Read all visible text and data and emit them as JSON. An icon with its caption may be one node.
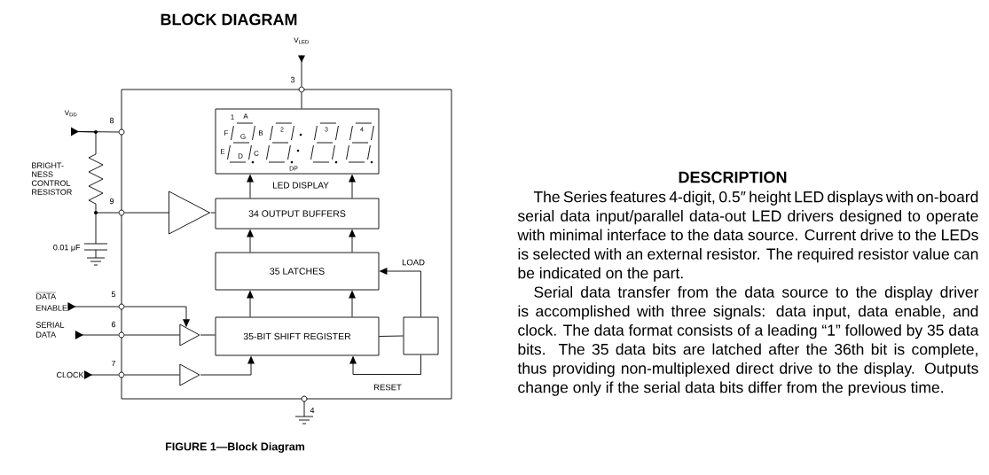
{
  "diagram": {
    "title": "BLOCK DIAGRAM",
    "caption": "FIGURE 1—Block Diagram",
    "nodes": [
      {
        "text": [],
        "shape": "box"
      },
      {
        "text": [
          "1",
          "A",
          "F",
          "G",
          "B",
          "2",
          "3",
          "4",
          "E",
          "D",
          "C",
          "DP",
          "LED DISPLAY"
        ],
        "in": 0
      },
      {
        "text": [
          "34 OUTPUT BUFFERS"
        ],
        "in": 0
      },
      {
        "text": [
          "35 LATCHES"
        ],
        "in": 0
      },
      {
        "text": [
          "35-BIT SHIFT REGISTER"
        ],
        "in": 0
      },
      {
        "text": [],
        "shape": "box",
        "in": 0
      },
      {
        "text": [],
        "shape": "triangle",
        "in": 0
      },
      {
        "text": [],
        "shape": "triangle",
        "in": 0
      },
      {
        "text": [],
        "shape": "triangle",
        "in": 0
      },
      {
        "text": [
          "V$_{LED}$"
        ]
      },
      {
        "text": [],
        "shape": "circle",
        "beside": [
          "3"
        ]
      },
      {
        "text": [
          "V$_{DD}$"
        ]
      },
      {
        "text": [],
        "shape": "circle",
        "beside": [
          "8"
        ]
      },
      {
        "text": [],
        "shape": "circle",
        "beside": [
          "9"
        ]
      },
      {
        "text": [
          "DATA",
          "ENABLE"
        ]
      },
      {
        "text": [],
        "shape": "circle",
        "beside": [
          "5"
        ]
      },
      {
        "text": [
          "SERIAL DATA"
        ]
      },
      {
        "text": [],
        "shape": "circle",
        "beside": [
          "6"
        ]
      },
      {
        "text": [
          "CLOCK"
        ]
      },
      {
        "text": [],
        "shape": "circle",
        "beside": [
          "7"
        ]
      },
      {
        "text": [],
        "shape": "circle",
        "beside": [
          "4"
        ]
      }
    ],
    "edges": [
      {
        "from": 6,
        "to": 2,
        "arrow": "none"
      },
      {
        "from": 2,
        "to": 1,
        "arrow": "to"
      },
      {
        "from": 2,
        "to": 1,
        "arrow": "to"
      },
      {
        "from": 3,
        "to": 2,
        "arrow": "to"
      },
      {
        "from": 3,
        "to": 2,
        "arrow": "to"
      },
      {
        "from": 4,
        "to": 3,
        "arrow": "to"
      },
      {
        "from": 4,
        "to": 3,
        "arrow": "to"
      },
      {
        "from": 7,
        "to": 4,
        "arrow": "none"
      },
      {
        "from": 8,
        "to": 4,
        "arrow": "to"
      },
      {
        "from": 4,
        "to": 5,
        "arrow": "none"
      },
      {
        "from": 5,
        "to": 3,
        "arrow": "to",
        "label": "LOAD"
      },
      {
        "from": 5,
        "to": 4,
        "arrow": "to",
        "label": "RESET"
      },
      {
        "from": 15,
        "to": 7,
        "arrow": "to"
      },
      {
        "from": 13,
        "to": 6,
        "arrow": "none"
      },
      {
        "from": 17,
        "to": 7,
        "arrow": "none"
      },
      {
        "from": 19,
        "to": 8,
        "arrow": "none"
      },
      {
        "from": 10,
        "to": 1,
        "arrow": "none"
      },
      {
        "from": 9,
        "to": 10,
        "arrow": "to"
      },
      {
        "from": 11,
        "to": 12,
        "arrow": "to"
      },
      {
        "from": 14,
        "to": 15,
        "arrow": "to"
      },
      {
        "from": 16,
        "to": 17,
        "arrow": "to"
      },
      {
        "from": 18,
        "to": 19,
        "arrow": "to"
      },
      {
        "from": 11,
        "to": 13,
        "arrow": "none"
      }
    ],
    "labels": [
      "BRIGHT-NESS CONTROL RESISTOR",
      "0.01 μF",
      "DESCRIPTION",
      "The Series features 4-digit, 0.5″ height LED displays with on-board serial data input/parallel data-out LED drivers designed to operate with minimal interface to the data source. Current drive to the LEDs is selected with an external resistor. The required resistor value can be indicated on the part.",
      "Serial data transfer from the data source to the display driver is accomplished with three signals: data input, data enable, and clock. The data format consists of a leading “1” followed by 35 data bits. The 35 data bits are latched after the 36th bit is complete, thus providing non-multiplexed direct drive to the display. Outputs change only if the serial data bits differ from the previous time."
    ]
  }
}
